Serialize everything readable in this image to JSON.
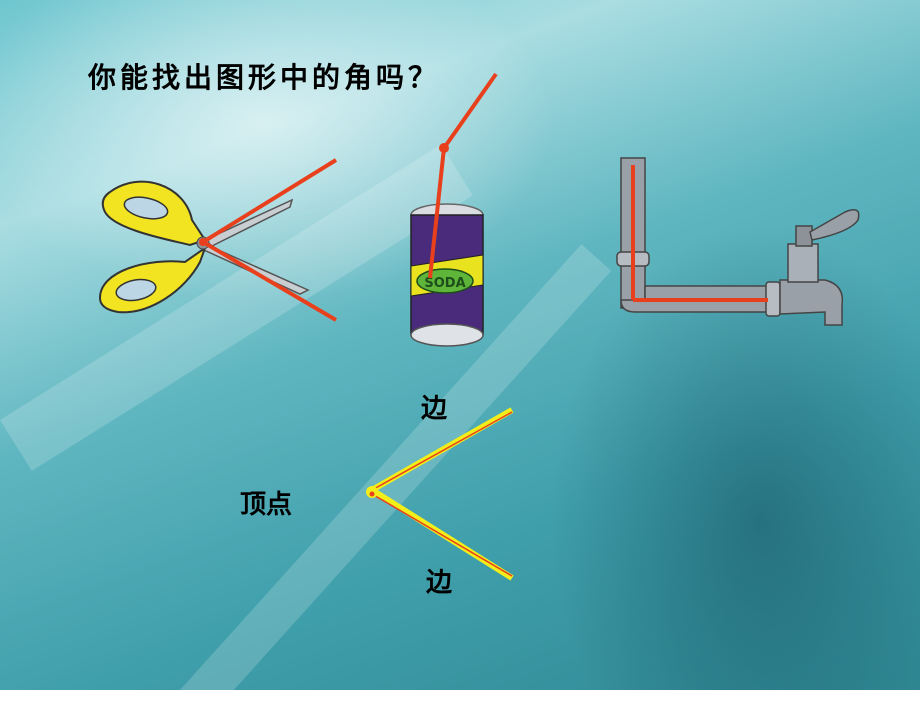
{
  "slide": {
    "title": "你能找出图形中的角吗？",
    "vertex_label": "顶点",
    "side_label_top": "边",
    "side_label_bottom": "边"
  },
  "illustrations": {
    "scissors": "scissors-icon",
    "soda_can": "soda-can-icon",
    "faucet": "faucet-icon",
    "can_text": "SODA"
  },
  "colors": {
    "angle_line": "#e8401c",
    "side_line": "#f2ee1a",
    "scissor_handle": "#f2e421",
    "can_body": "#4a2a7a",
    "metal": "#9aa0a8"
  }
}
